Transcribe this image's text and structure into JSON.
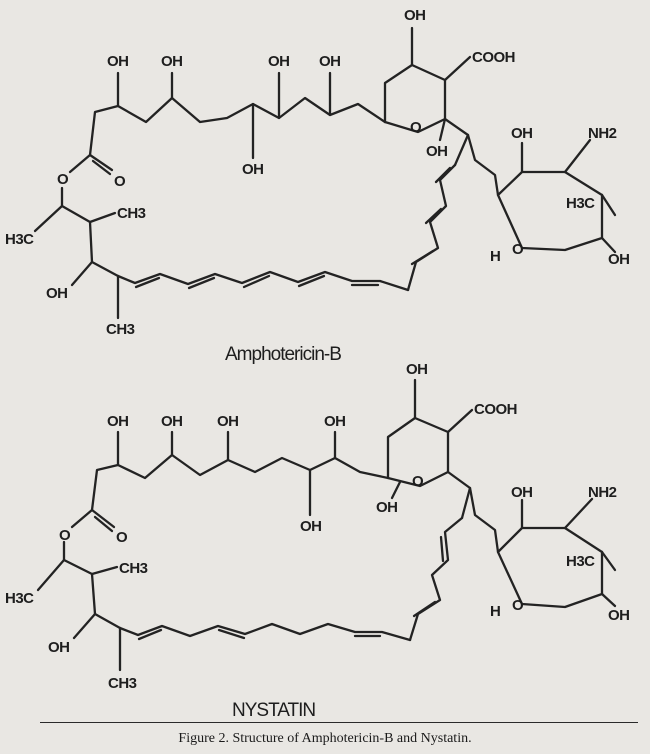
{
  "molecules": [
    {
      "name": "Amphotericin-B",
      "labels": {
        "ring_oh_top": "OH",
        "cooh": "COOH",
        "oh_1": "OH",
        "oh_2": "OH",
        "oh_3": "OH",
        "oh_4": "OH",
        "oh_low_1": "OH",
        "ring_o": "O",
        "oh_ring_low": "OH",
        "oh_sugar": "OH",
        "nh2": "NH2",
        "lactone_o": "O",
        "carbonyl_o": "O",
        "ch3_upper": "CH3",
        "h3c_left": "H3C",
        "oh_lower_left": "OH",
        "ch3_bottom": "CH3",
        "h3c_sugar": "H3C",
        "h_sugar": "H",
        "o_sugar": "O",
        "oh_sugar_low": "OH"
      }
    },
    {
      "name": "NYSTATIN",
      "labels": {
        "ring_oh_top": "OH",
        "cooh": "COOH",
        "oh_1": "OH",
        "oh_2": "OH",
        "oh_3": "OH",
        "oh_4": "OH",
        "oh_low_1": "OH",
        "ring_o": "O",
        "oh_ring_low": "OH",
        "oh_sugar": "OH",
        "nh2": "NH2",
        "lactone_o": "O",
        "carbonyl_o": "O",
        "ch3_upper": "CH3",
        "h3c_left": "H3C",
        "oh_lower_left": "OH",
        "ch3_bottom": "CH3",
        "h3c_sugar": "H3C",
        "h_sugar": "H",
        "o_sugar": "O",
        "oh_sugar_low": "OH"
      }
    }
  ],
  "caption": "Figure 2. Structure of Amphotericin-B and Nystatin."
}
